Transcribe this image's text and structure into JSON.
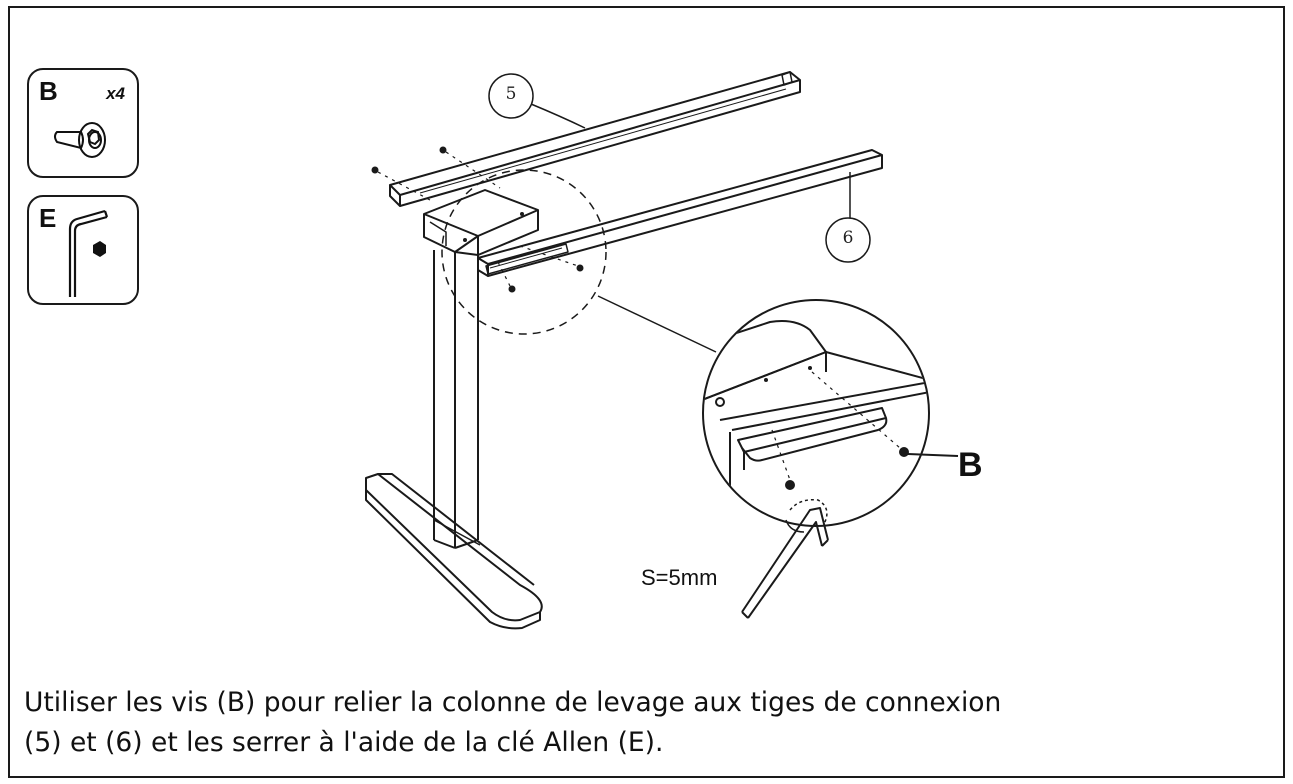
{
  "parts": [
    {
      "letter": "B",
      "quantity": "x4",
      "icon": "bolt-icon"
    },
    {
      "letter": "E",
      "quantity": "",
      "icon": "allen-key-icon"
    }
  ],
  "callouts": {
    "rod_upper": "5",
    "rod_lower": "6",
    "screw_label": "B",
    "wrench_size": "S=5mm"
  },
  "caption": {
    "line1": "Utiliser les vis (B) pour relier la colonne de levage aux tiges de connexion",
    "line2": "(5) et (6) et les serrer à l'aide de la clé Allen (E)."
  }
}
